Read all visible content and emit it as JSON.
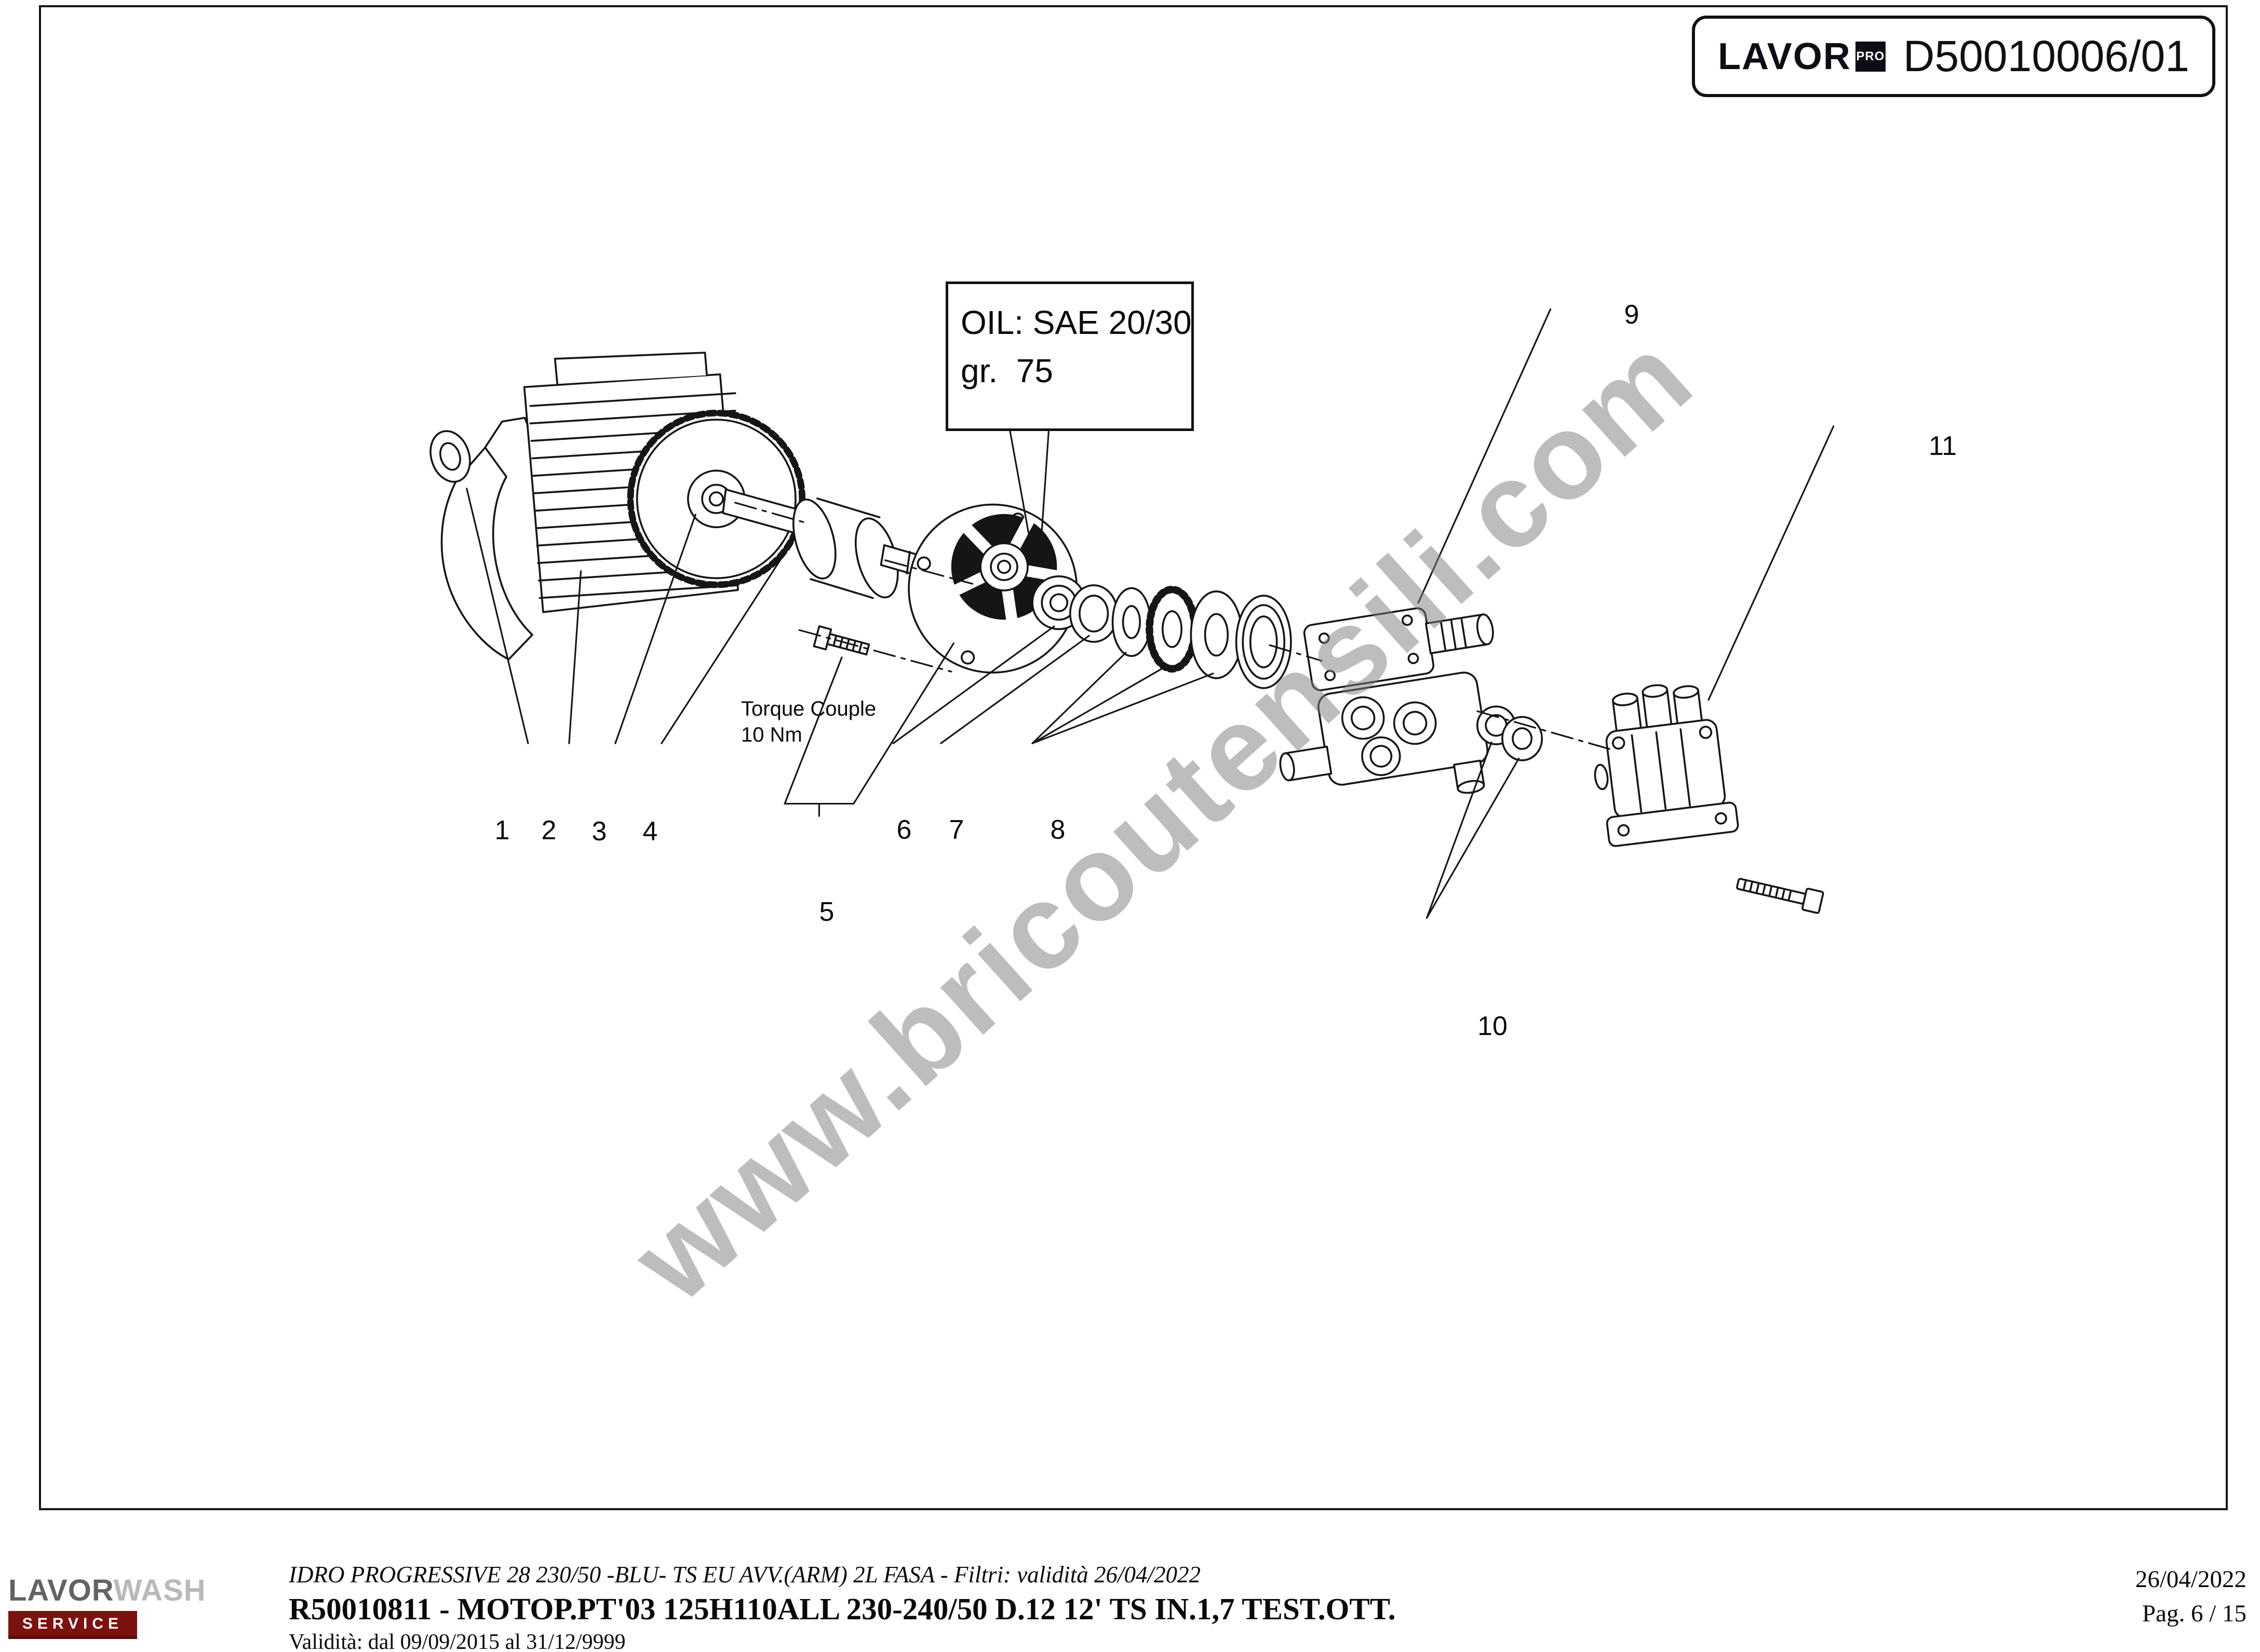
{
  "header": {
    "brand": "LAVOR",
    "brand_badge": "PRO",
    "doc_number": "D50010006/01"
  },
  "diagram": {
    "oil_note": {
      "line1": "OIL: SAE 20/30",
      "line2": "gr.  75"
    },
    "torque_note": {
      "line1": "Torque Couple",
      "line2": "10 Nm"
    },
    "watermark": "www.bricoutensili.com",
    "part_labels": [
      "1",
      "2",
      "3",
      "4",
      "5",
      "6",
      "7",
      "8",
      "9",
      "10",
      "11"
    ]
  },
  "footer": {
    "logo": {
      "word_main": "LAVOR",
      "word_secondary": "WASH",
      "service": "SERVICE"
    },
    "description": "IDRO PROGRESSIVE 28 230/50 -BLU- TS EU AVV.(ARM) 2L FASA - Filtri: validità 26/04/2022",
    "title": "R50010811 - MOTOP.PT'03 125H110ALL 230-240/50 D.12 12' TS IN.1,7 TEST.OTT.",
    "validity": "Validità: dal 09/09/2015 al 31/12/9999",
    "date": "26/04/2022",
    "page": "Pag. 6 / 15"
  },
  "colors": {
    "service_red": "#7c1210",
    "watermark_gray": "#7c7c7c"
  }
}
